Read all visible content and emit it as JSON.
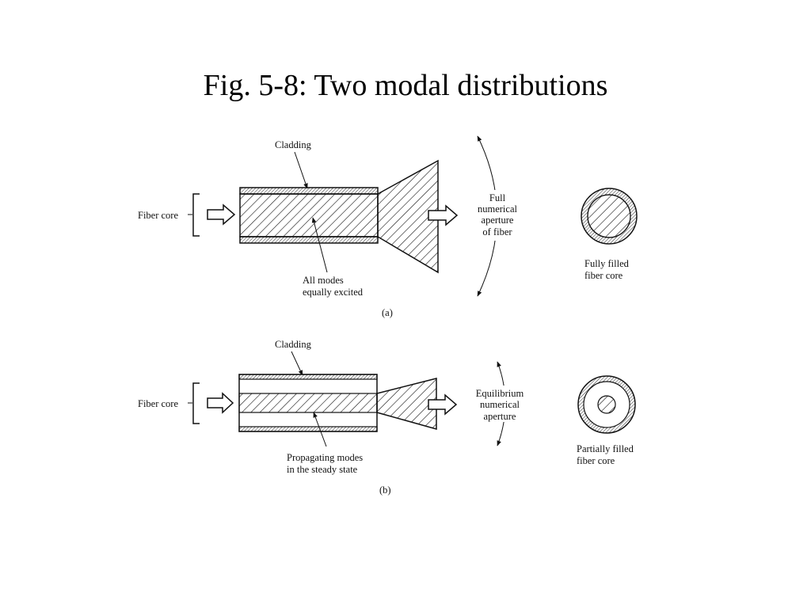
{
  "title": "Fig. 5-8: Two modal distributions",
  "panel_a": {
    "cladding_label": "Cladding",
    "fiber_core_label": "Fiber core",
    "modes_label_line1": "All modes",
    "modes_label_line2": "equally excited",
    "aperture_line1": "Full",
    "aperture_line2": "numerical",
    "aperture_line3": "aperture",
    "aperture_line4": "of fiber",
    "cross_section_line1": "Fully filled",
    "cross_section_line2": "fiber core",
    "panel_label": "(a)"
  },
  "panel_b": {
    "cladding_label": "Cladding",
    "fiber_core_label": "Fiber core",
    "modes_label_line1": "Propagating modes",
    "modes_label_line2": "in the steady state",
    "aperture_line1": "Equilibrium",
    "aperture_line2": "numerical",
    "aperture_line3": "aperture",
    "cross_section_line1": "Partially filled",
    "cross_section_line2": "fiber core",
    "panel_label": "(b)"
  }
}
